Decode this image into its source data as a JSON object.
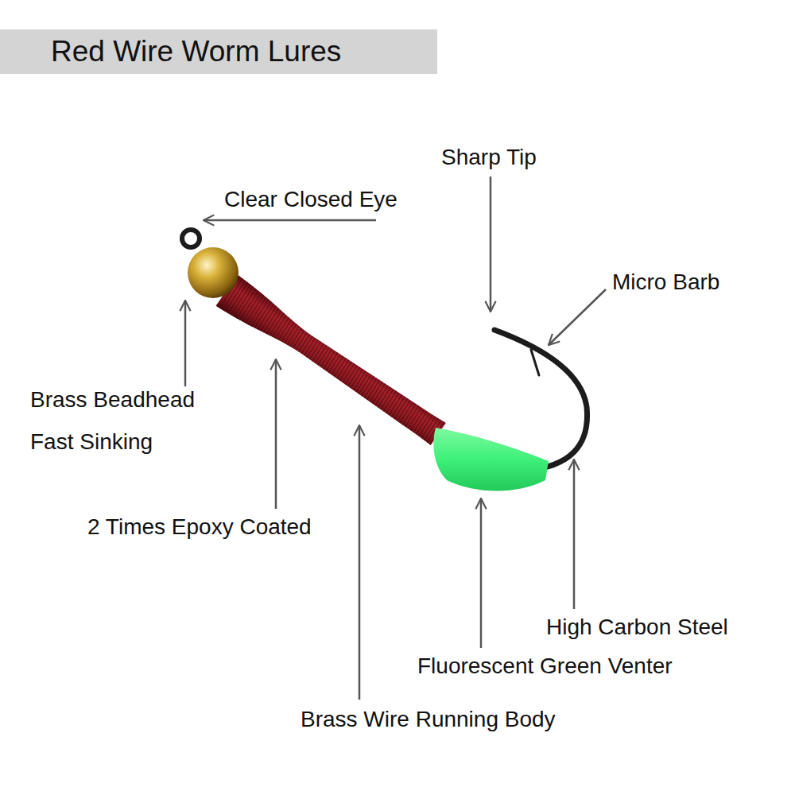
{
  "diagram": {
    "title": "Red Wire Worm Lures",
    "labels": [
      "Sharp Tip",
      "Clear Closed Eye",
      "Micro Barb",
      "Brass Beadhead Fast Sinking",
      "2 Times Epoxy Coated",
      "High Carbon Steel",
      "Fluorescent Green Venter",
      "Brass Wire Running Body"
    ]
  }
}
